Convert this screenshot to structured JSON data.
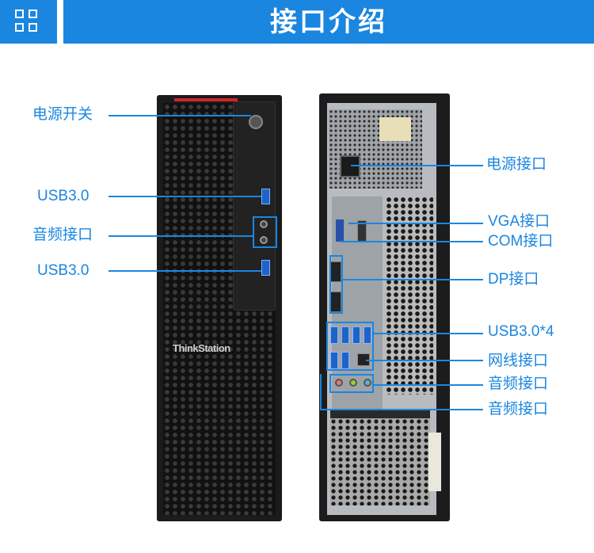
{
  "header": {
    "title": "接口介绍",
    "menu_icon": "grid-icon",
    "color": "#1a86e0"
  },
  "front_labels": {
    "power_switch": "电源开关",
    "usb_top": "USB3.0",
    "audio": "音频接口",
    "usb_bottom": "USB3.0"
  },
  "front_brand": "ThinkStation",
  "rear_labels": {
    "power": "电源接口",
    "vga": "VGA接口",
    "com": "COM接口",
    "dp": "DP接口",
    "usb": "USB3.0*4",
    "lan": "网线接口",
    "audio_1": "音频接口",
    "audio_2": "音频接口"
  },
  "colors": {
    "accent": "#1a86e0",
    "tower": "#1b1b1b",
    "brand_strip": "#d0242b"
  }
}
